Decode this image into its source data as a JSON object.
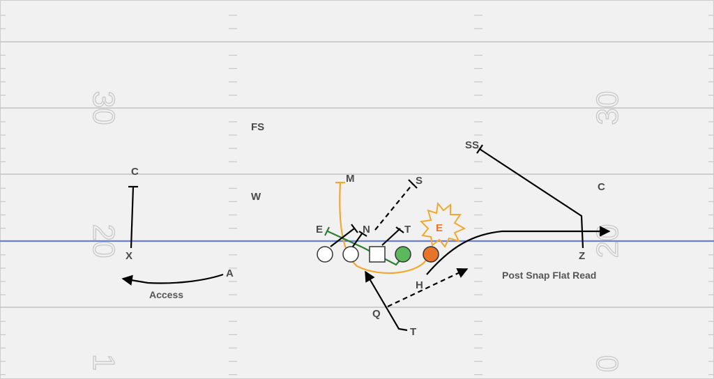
{
  "field": {
    "yard_numbers": {
      "left_30": "30",
      "left_20": "20",
      "left_10": "1",
      "right_30": "30",
      "right_20": "20",
      "right_10": "0"
    },
    "line_of_scrimmage_color": "#6a7ee0",
    "field_color": "#f1f1f1"
  },
  "offense": {
    "receivers": {
      "x": "X",
      "z": "Z",
      "h": "H",
      "a": "A"
    },
    "backs": {
      "q": "Q",
      "t": "T"
    }
  },
  "defense": {
    "corner_left": "C",
    "corner_right": "C",
    "free_safety": "FS",
    "strong_safety": "SS",
    "will": "W",
    "mike": "M",
    "sam": "S",
    "end_left": "E",
    "nose": "N",
    "tackle": "T",
    "end_right": "E"
  },
  "notes": {
    "access": "Access",
    "post_snap": "Post Snap Flat Read"
  },
  "colors": {
    "route": "#000000",
    "mike_path": "#f0a830",
    "end_path": "#2e7d32",
    "read_player_fill": "#e8742a",
    "blocker_fill": "#5cb85c",
    "burst": "#f0a830"
  }
}
